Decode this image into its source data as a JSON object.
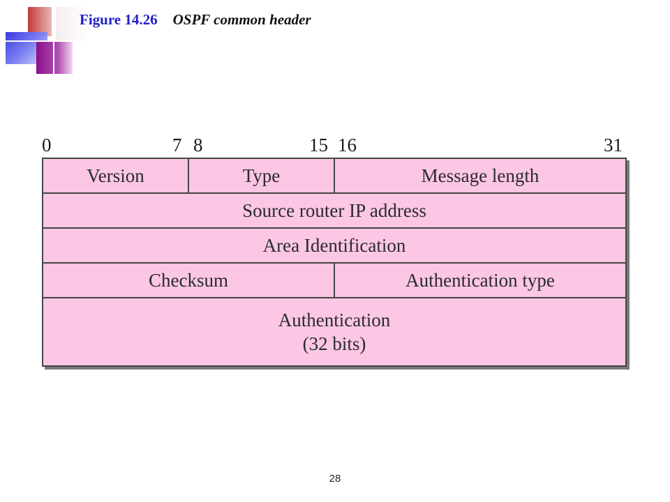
{
  "figure": {
    "number": "Figure 14.26",
    "title": "OSPF common header"
  },
  "bit_labels": [
    "0",
    "7",
    "8",
    "15",
    "16",
    "31"
  ],
  "rows": [
    {
      "fields": [
        {
          "label": "Version"
        },
        {
          "label": "Type"
        },
        {
          "label": "Message length"
        }
      ]
    },
    {
      "fields": [
        {
          "label": "Source router IP address"
        }
      ]
    },
    {
      "fields": [
        {
          "label": "Area Identification"
        }
      ]
    },
    {
      "fields": [
        {
          "label": "Checksum"
        },
        {
          "label": "Authentication type"
        }
      ]
    },
    {
      "fields": [
        {
          "label": "Authentication",
          "sublabel": "(32 bits)"
        }
      ]
    }
  ],
  "colors": {
    "field_fill": "#fbc7e4",
    "border": "#444444",
    "figure_number": "#2020c8"
  },
  "page_number": "28"
}
